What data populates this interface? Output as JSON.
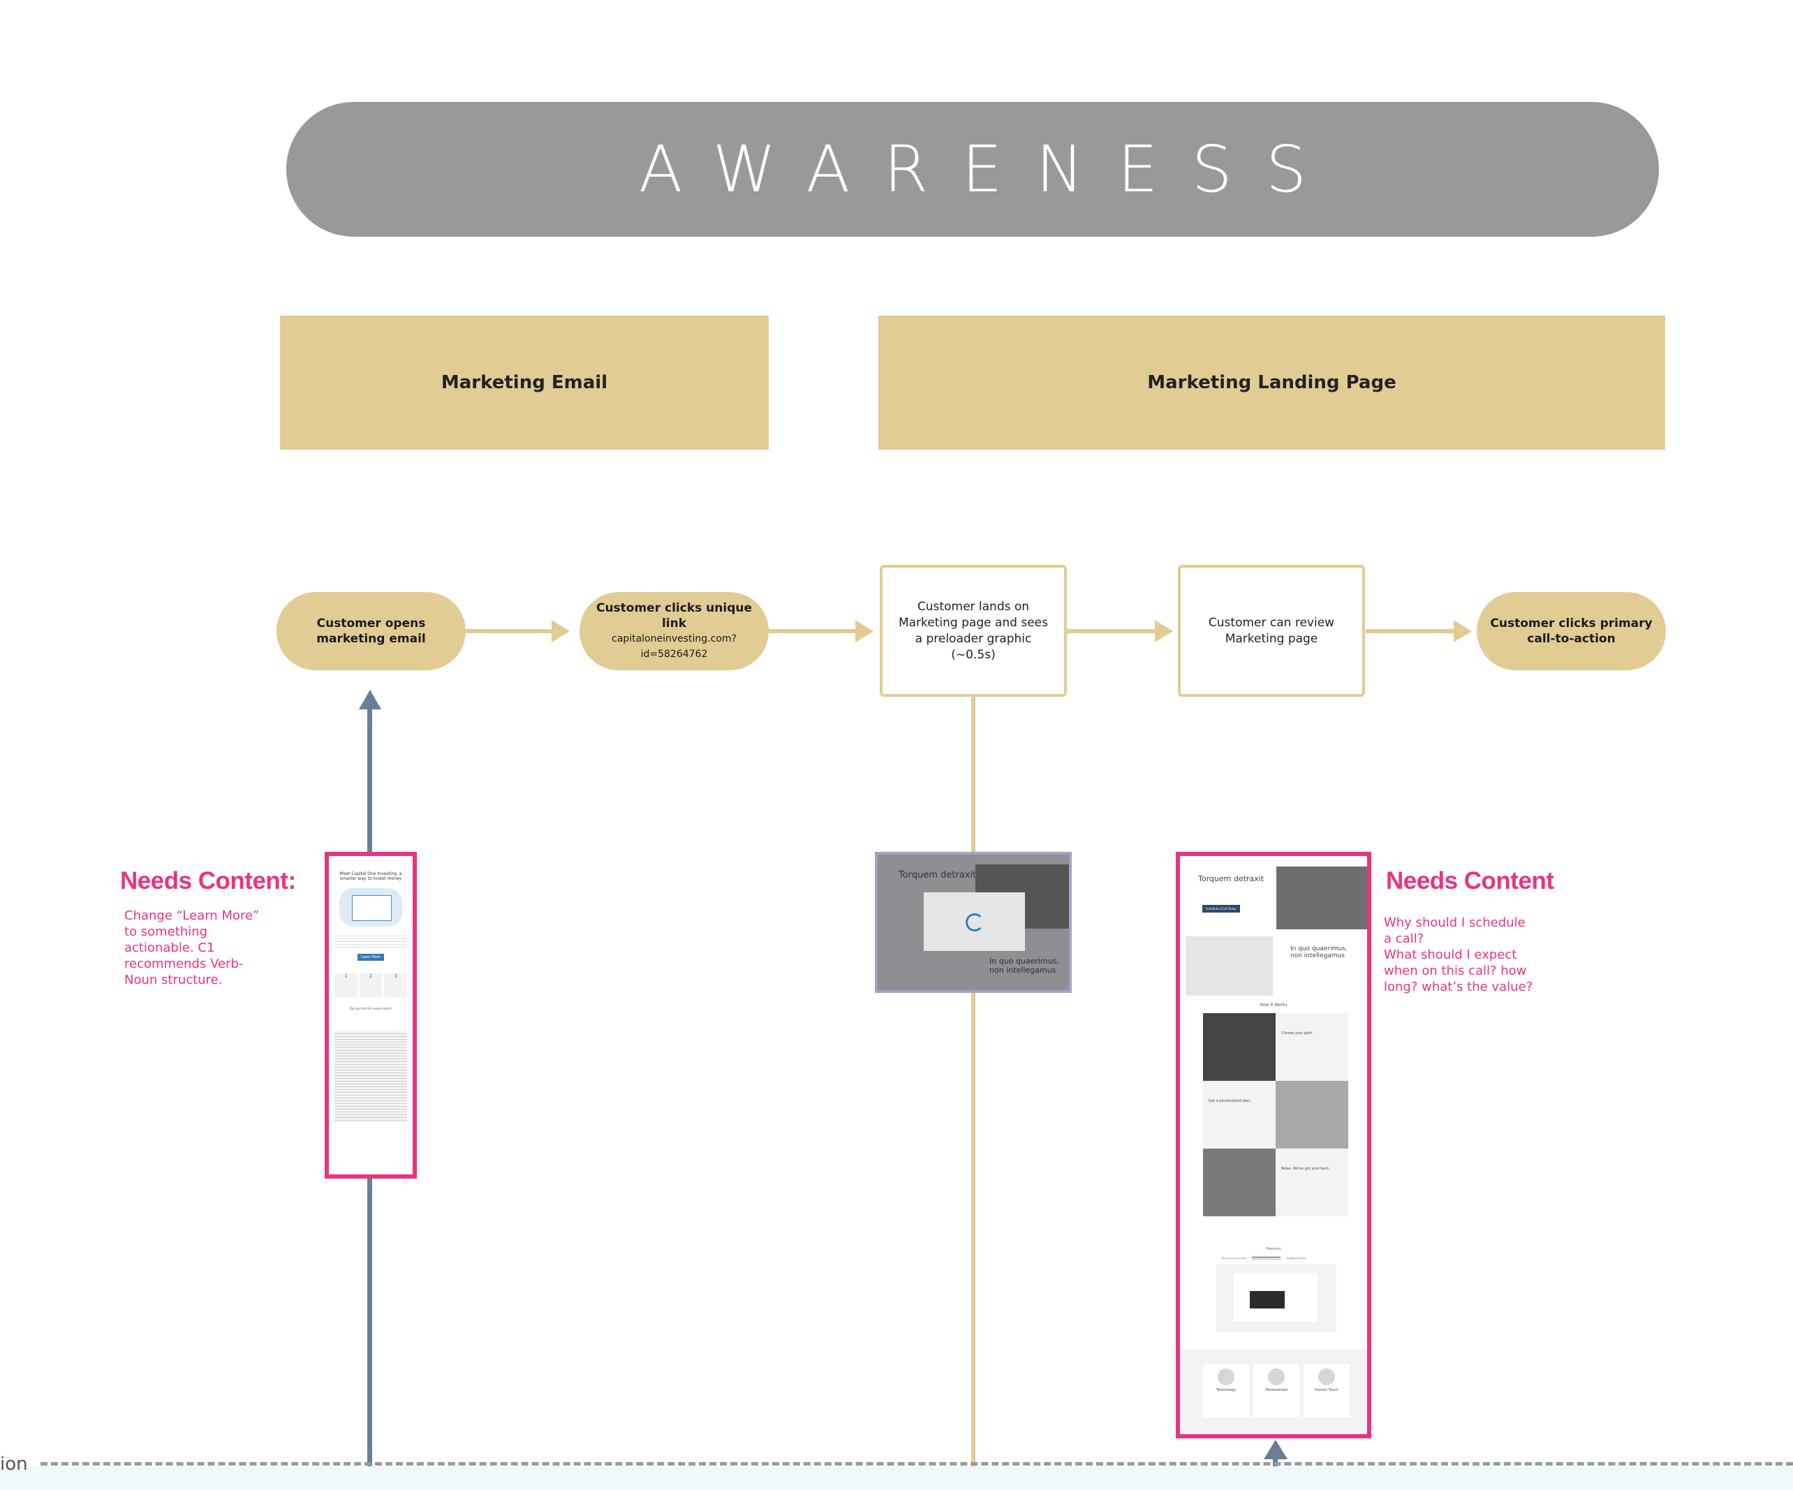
{
  "phase": {
    "title": "AWARENESS"
  },
  "stages": [
    {
      "label": "Marketing Email"
    },
    {
      "label": "Marketing Landing Page"
    }
  ],
  "steps": [
    {
      "label": "Customer opens marketing email"
    },
    {
      "label": "Customer clicks unique link",
      "sub": "capitaloneinvesting.com?id=58264762"
    },
    {
      "label": "Customer lands on Marketing page and sees a preloader graphic (~0.5s)"
    },
    {
      "label": "Customer can review Marketing page"
    },
    {
      "label": "Customer clicks primary call-to-action"
    }
  ],
  "notes": [
    {
      "title": "Needs Content:",
      "body": "Change “Learn More” to something actionable. C1 recommends Verb-Noun structure."
    },
    {
      "title": "Needs Content",
      "body1": "Why should I schedule a call?",
      "body2": "What should I expect when on this call? how long? what’s the value?"
    }
  ],
  "email_thumb": {
    "headline": "Meet Capital One Investing, a smarter way to invest money",
    "cta": "Learn More",
    "steps": [
      "1",
      "2",
      "3"
    ],
    "question": "Did you find this email useful?"
  },
  "landing_thumb": {
    "hero": "Torquem detraxit",
    "cta": "Schedule a Call Today",
    "section2": "In quo quaerimus, non intellegamus",
    "how": "How It Works",
    "step1": "Choose your path.",
    "step2": "Get a personalized plan.",
    "step3": "Relax. We've got your back.",
    "features": "Features",
    "tabs": [
      "Personal Success Score",
      "Spending Curve Projections",
      "Tax-Wise Investing"
    ],
    "cards": [
      "Technology",
      "Personalized",
      "Human Touch"
    ]
  },
  "lane_label": "ion",
  "colors": {
    "gold": "#e1cc93",
    "pink": "#e8347f",
    "phase": "#999999",
    "blue_line": "#687f94"
  }
}
